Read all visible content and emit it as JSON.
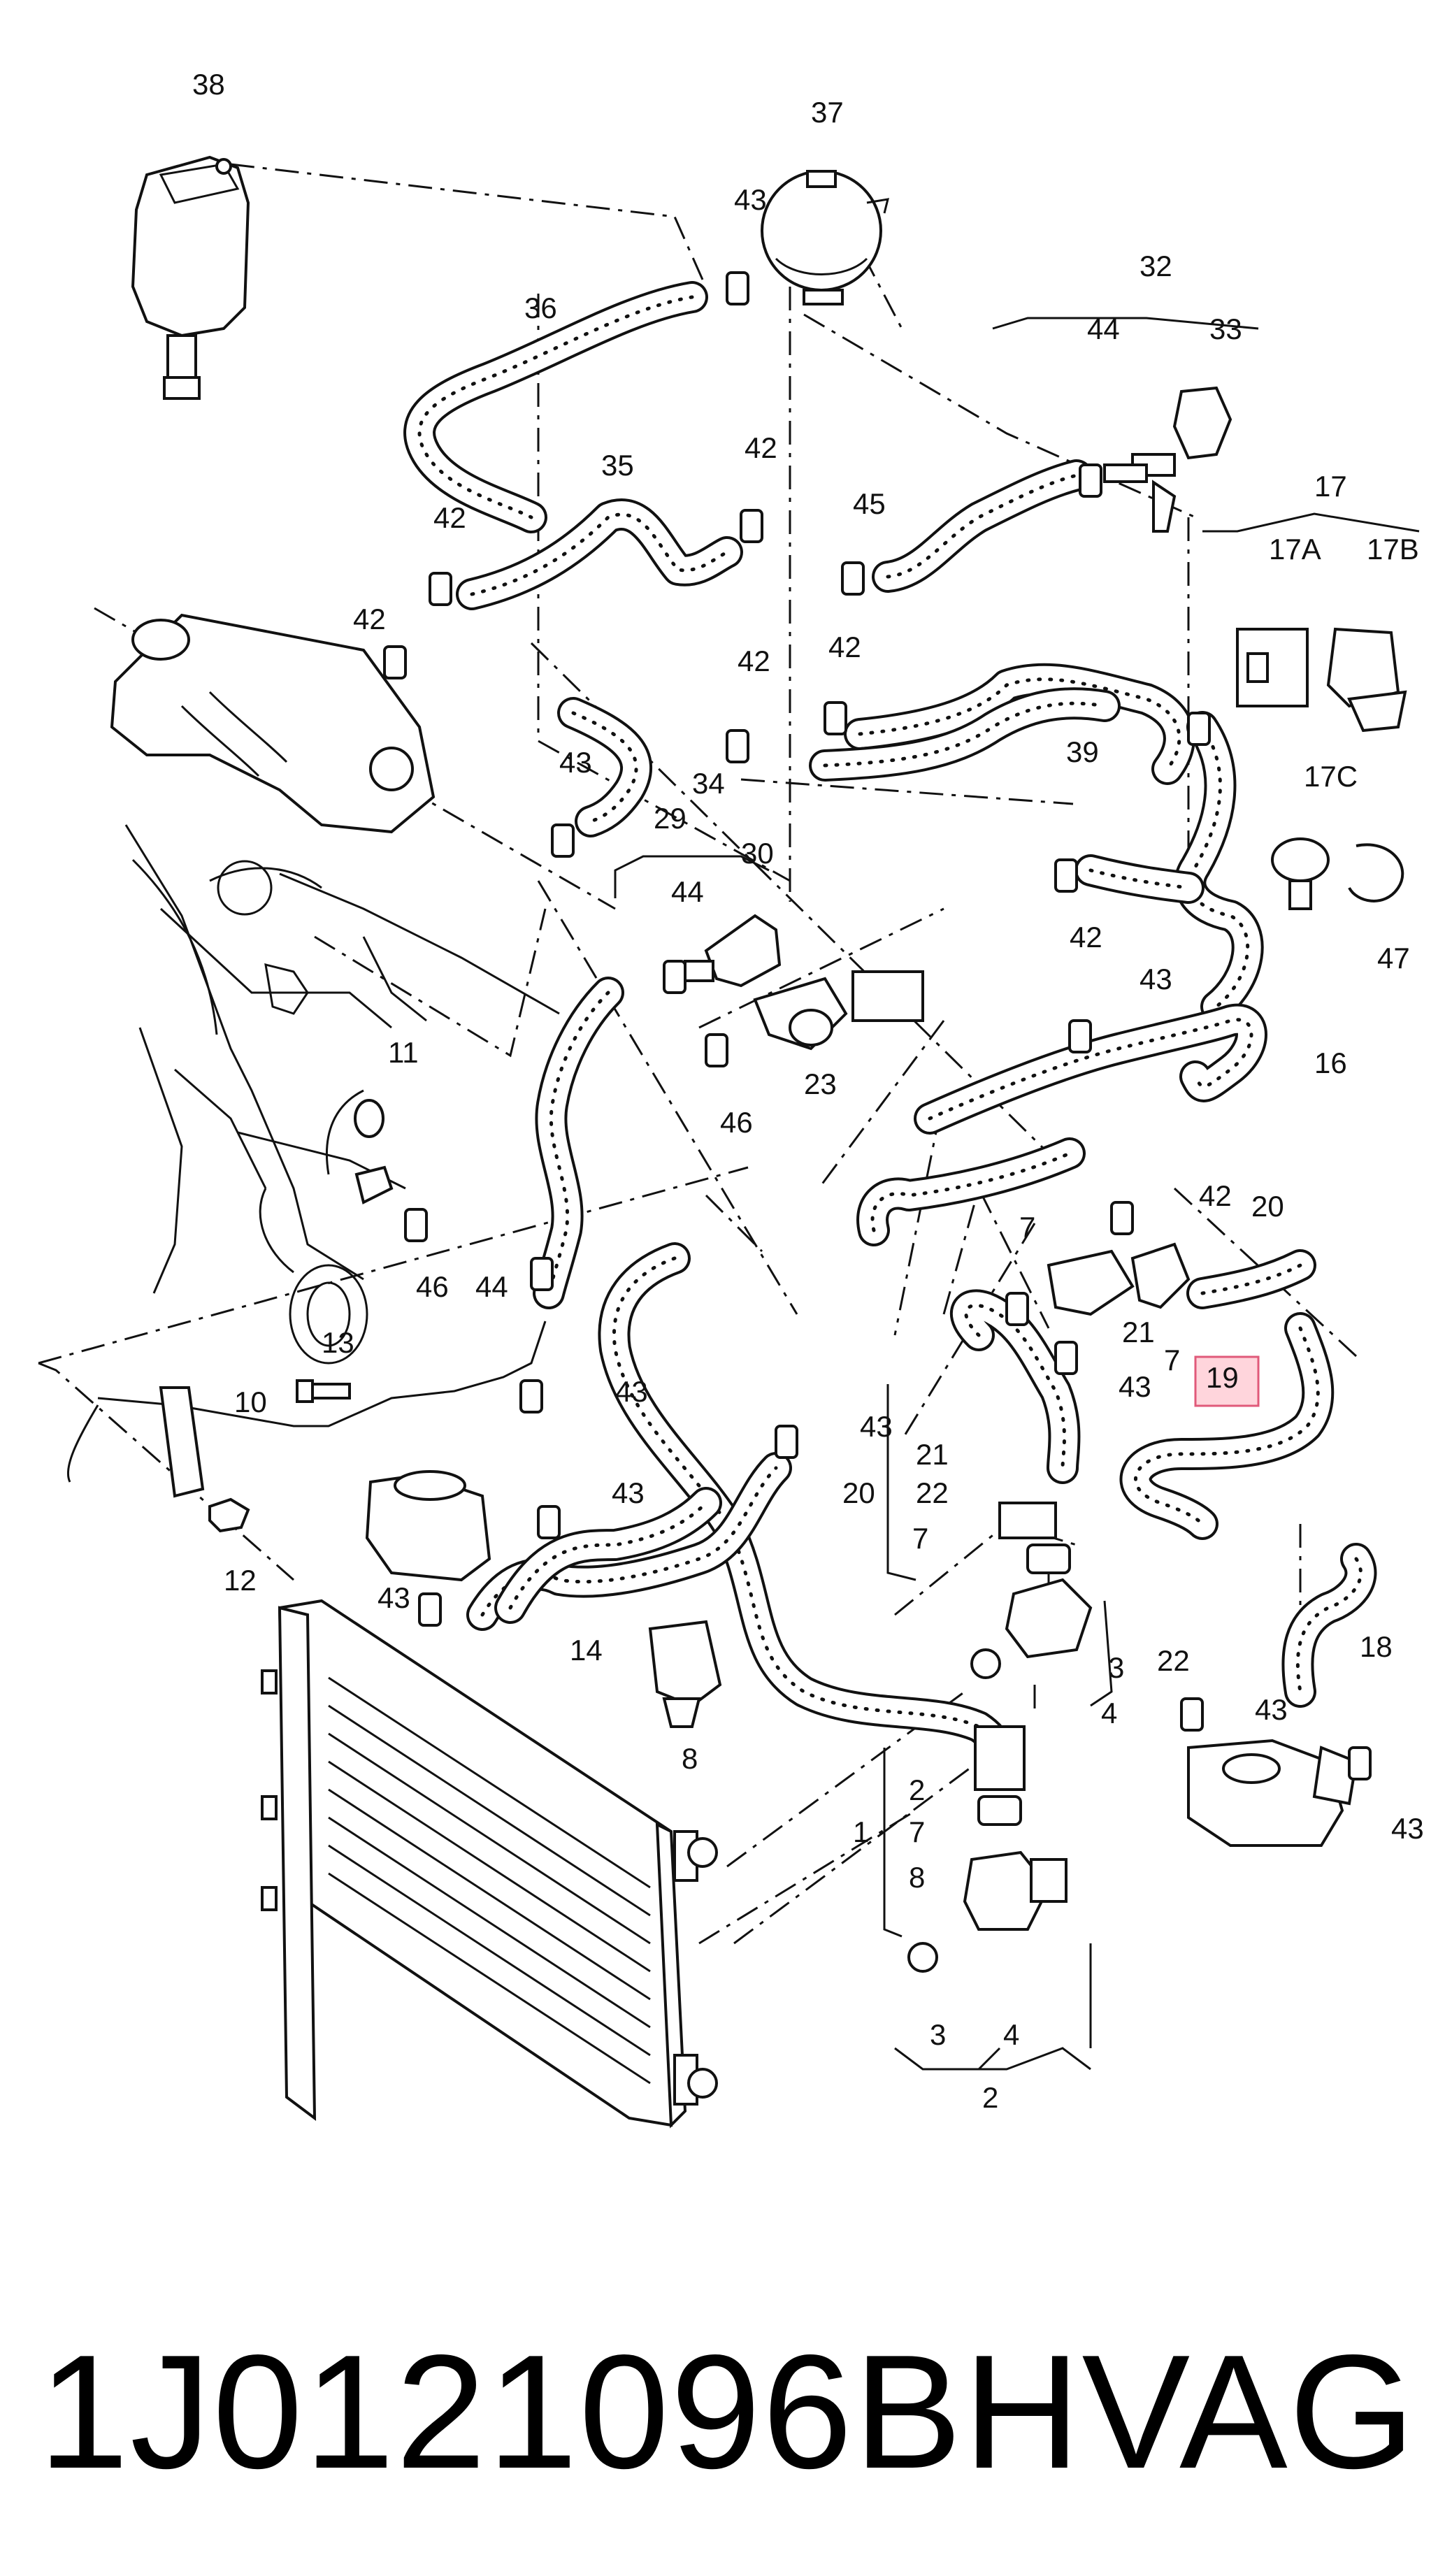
{
  "callouts": [
    {
      "id": "l38",
      "text": "38",
      "highlight": false
    },
    {
      "id": "l37",
      "text": "37",
      "highlight": false
    },
    {
      "id": "l43a",
      "text": "43",
      "highlight": false
    },
    {
      "id": "l36",
      "text": "36",
      "highlight": false
    },
    {
      "id": "l32",
      "text": "32",
      "highlight": false
    },
    {
      "id": "l44a",
      "text": "44",
      "highlight": false
    },
    {
      "id": "l33",
      "text": "33",
      "highlight": false
    },
    {
      "id": "l35",
      "text": "35",
      "highlight": false
    },
    {
      "id": "l42a",
      "text": "42",
      "highlight": false
    },
    {
      "id": "l42b",
      "text": "42",
      "highlight": false
    },
    {
      "id": "l45",
      "text": "45",
      "highlight": false
    },
    {
      "id": "l17",
      "text": "17",
      "highlight": false
    },
    {
      "id": "l17A",
      "text": "17A",
      "highlight": false
    },
    {
      "id": "l17B",
      "text": "17B",
      "highlight": false
    },
    {
      "id": "l42c",
      "text": "42",
      "highlight": false
    },
    {
      "id": "l42d",
      "text": "42",
      "highlight": false
    },
    {
      "id": "l42e",
      "text": "42",
      "highlight": false
    },
    {
      "id": "l39",
      "text": "39",
      "highlight": false
    },
    {
      "id": "l34",
      "text": "34",
      "highlight": false
    },
    {
      "id": "l43b",
      "text": "43",
      "highlight": false
    },
    {
      "id": "l29",
      "text": "29",
      "highlight": false
    },
    {
      "id": "l30",
      "text": "30",
      "highlight": false
    },
    {
      "id": "l17C",
      "text": "17C",
      "highlight": false
    },
    {
      "id": "l44b",
      "text": "44",
      "highlight": false
    },
    {
      "id": "l42f",
      "text": "42",
      "highlight": false
    },
    {
      "id": "l47",
      "text": "47",
      "highlight": false
    },
    {
      "id": "l43c",
      "text": "43",
      "highlight": false
    },
    {
      "id": "l16",
      "text": "16",
      "highlight": false
    },
    {
      "id": "l11",
      "text": "11",
      "highlight": false
    },
    {
      "id": "l23",
      "text": "23",
      "highlight": false
    },
    {
      "id": "l46a",
      "text": "46",
      "highlight": false
    },
    {
      "id": "l42g",
      "text": "42",
      "highlight": false
    },
    {
      "id": "l20a",
      "text": "20",
      "highlight": false
    },
    {
      "id": "l7a",
      "text": "7",
      "highlight": false
    },
    {
      "id": "l46b",
      "text": "46",
      "highlight": false
    },
    {
      "id": "l44c",
      "text": "44",
      "highlight": false
    },
    {
      "id": "l21a",
      "text": "21",
      "highlight": false
    },
    {
      "id": "l7b",
      "text": "7",
      "highlight": false
    },
    {
      "id": "l43d",
      "text": "43",
      "highlight": false
    },
    {
      "id": "l19",
      "text": "19",
      "highlight": true
    },
    {
      "id": "l13",
      "text": "13",
      "highlight": false
    },
    {
      "id": "l43e",
      "text": "43",
      "highlight": false
    },
    {
      "id": "l10",
      "text": "10",
      "highlight": false
    },
    {
      "id": "l43f",
      "text": "43",
      "highlight": false
    },
    {
      "id": "l21b",
      "text": "21",
      "highlight": false
    },
    {
      "id": "l20b",
      "text": "20",
      "highlight": false
    },
    {
      "id": "l22a",
      "text": "22",
      "highlight": false
    },
    {
      "id": "l43g",
      "text": "43",
      "highlight": false
    },
    {
      "id": "l12",
      "text": "12",
      "highlight": false
    },
    {
      "id": "l7c",
      "text": "7",
      "highlight": false
    },
    {
      "id": "l43h",
      "text": "43",
      "highlight": false
    },
    {
      "id": "l14",
      "text": "14",
      "highlight": false
    },
    {
      "id": "l18",
      "text": "18",
      "highlight": false
    },
    {
      "id": "l3a",
      "text": "3",
      "highlight": false
    },
    {
      "id": "l22b",
      "text": "22",
      "highlight": false
    },
    {
      "id": "l4a",
      "text": "4",
      "highlight": false
    },
    {
      "id": "l43i",
      "text": "43",
      "highlight": false
    },
    {
      "id": "l8",
      "text": "8",
      "highlight": false
    },
    {
      "id": "l43j",
      "text": "43",
      "highlight": false
    },
    {
      "id": "l2a",
      "text": "2",
      "highlight": false
    },
    {
      "id": "l1",
      "text": "1",
      "highlight": false
    },
    {
      "id": "l7d",
      "text": "7",
      "highlight": false
    },
    {
      "id": "l8b",
      "text": "8",
      "highlight": false
    },
    {
      "id": "l3b",
      "text": "3",
      "highlight": false
    },
    {
      "id": "l4b",
      "text": "4",
      "highlight": false
    },
    {
      "id": "l2b",
      "text": "2",
      "highlight": false
    }
  ],
  "footer": {
    "part_number": "1J0121096BH",
    "brand": "VAG"
  }
}
